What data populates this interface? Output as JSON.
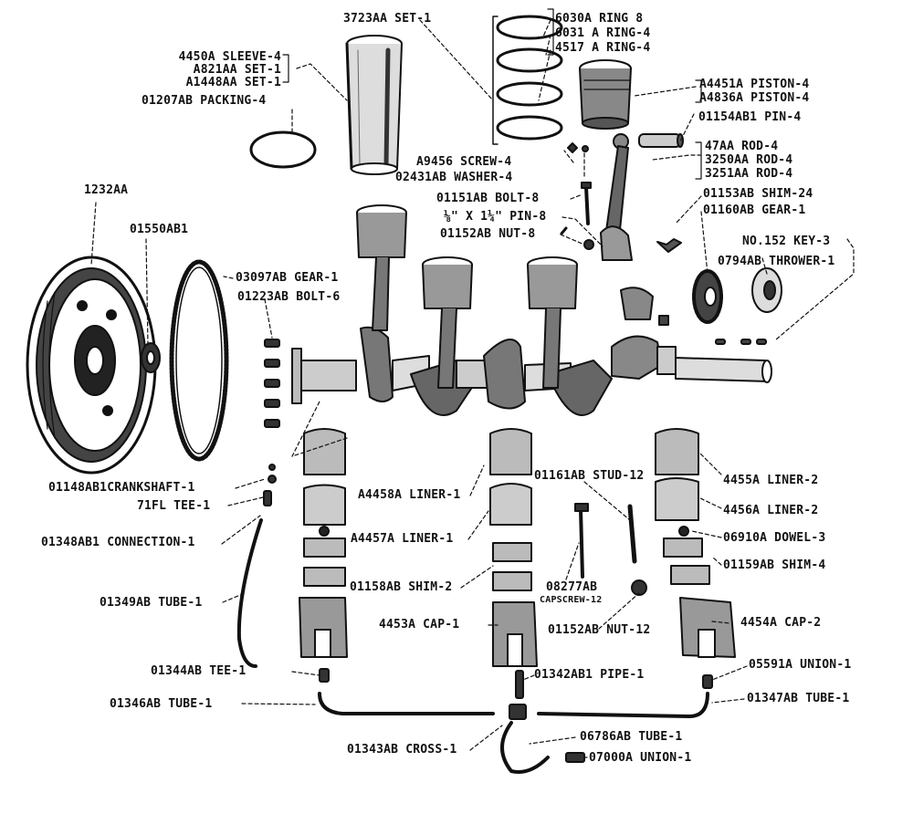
{
  "labels": {
    "a3723": "3723AA SET-1",
    "r6030": "6030A RING 8",
    "r6031": "6031 A RING-4",
    "r4517": "4517 A RING-4",
    "sleeve": "4450A SLEEVE-4",
    "a821": "A821AA SET-1",
    "a1448": "A1448AA SET-1",
    "packing": "01207AB PACKING-4",
    "piston1": "A4451A PISTON-4",
    "piston2": "A4836A PISTON-4",
    "pin": "01154AB1 PIN-4",
    "rod1": "47AA ROD-4",
    "rod2": "3250AA ROD-4",
    "rod3": "3251AA ROD-4",
    "screw": "A9456 SCREW-4",
    "washer": "02431AB WASHER-4",
    "flywheel": "1232AA",
    "bearing": "01550AB1",
    "bolt8": "01151AB BOLT-8",
    "pin8": "⅛\" X 1¼\" PIN-8",
    "nut8": "01152AB NUT-8",
    "shim24": "01153AB SHIM-24",
    "gear1": "01160AB GEAR-1",
    "key": "NO.152 KEY-3",
    "thrower": "0794AB THROWER-1",
    "ringgear": "03097AB GEAR-1",
    "bolt6": "01223AB BOLT-6",
    "crankshaft": "01148AB1CRANKSHAFT-1",
    "tee71": "71FL TEE-1",
    "connection": "01348AB1 CONNECTION-1",
    "tube1349": "01349AB TUBE-1",
    "liner4458": "A4458A LINER-1",
    "liner4457": "A4457A LINER-1",
    "stud": "01161AB STUD-12",
    "liner4455": "4455A LINER-2",
    "liner4456": "4456A LINER-2",
    "dowel": "06910A DOWEL-3",
    "shim2": "01158AB SHIM-2",
    "capscrew1": "08277AB",
    "capscrew2": "CAPSCREW-12",
    "shim4": "01159AB SHIM-4",
    "cap4453": "4453A CAP-1",
    "nut12": "01152AB NUT-12",
    "cap4454": "4454A CAP-2",
    "tee1344": "01344AB TEE-1",
    "pipe": "01342AB1 PIPE-1",
    "union1": "05591A UNION-1",
    "tube1346": "01346AB TUBE-1",
    "tube1347": "01347AB TUBE-1",
    "tube6786": "06786AB TUBE-1",
    "cross": "01343AB CROSS-1",
    "union7000": "07000A UNION-1"
  }
}
